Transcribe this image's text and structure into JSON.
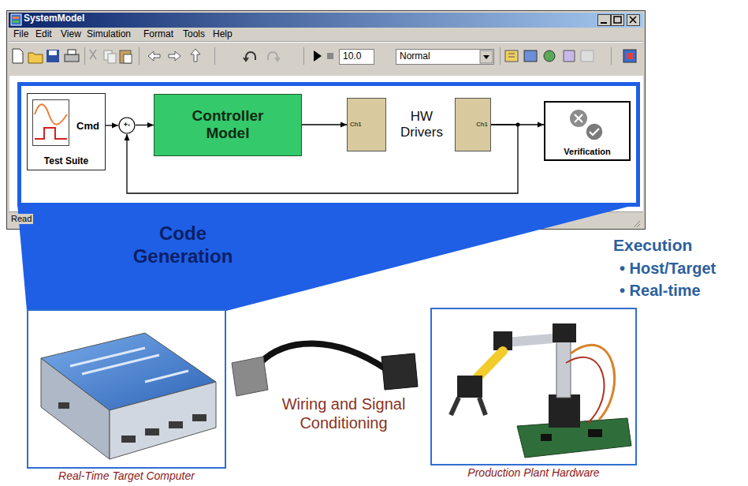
{
  "diagram": {
    "nodes": [
      {
        "text": [
          "SystemModel"
        ]
      },
      {
        "text": [
          "Cmd",
          "Test Suite"
        ],
        "in": 0
      },
      {
        "text": [
          "+-"
        ],
        "in": 0
      },
      {
        "text": [
          "Controller Model"
        ],
        "in": 0
      },
      {
        "text": [
          "Ch1"
        ],
        "in": 0
      },
      {
        "text": [
          "Ch1"
        ],
        "in": 0
      },
      {
        "text": [
          "Verification"
        ],
        "in": 0
      },
      {
        "text": [
          "Code Generation"
        ]
      },
      {
        "text": [
          "Real-Time Target Computer"
        ]
      },
      {
        "text": [
          "Production Plant Hardware"
        ]
      }
    ],
    "edges": [
      {
        "from": 1,
        "to": 2,
        "arrow": "to"
      },
      {
        "from": 2,
        "to": 3,
        "arrow": "to"
      },
      {
        "from": 3,
        "to": 4,
        "arrow": "to"
      },
      {
        "from": 5,
        "to": 6,
        "arrow": "to"
      },
      {
        "from": 5,
        "to": 2,
        "arrow": "to"
      }
    ],
    "labels": [
      "File",
      "Edit",
      "View",
      "Simulation",
      "Format",
      "Tools",
      "Help",
      "10.0",
      "Normal",
      "Read",
      "HW Drivers",
      "Execution",
      "• Host/Target",
      "• Real-time",
      "Wiring and Signal Conditioning"
    ]
  }
}
